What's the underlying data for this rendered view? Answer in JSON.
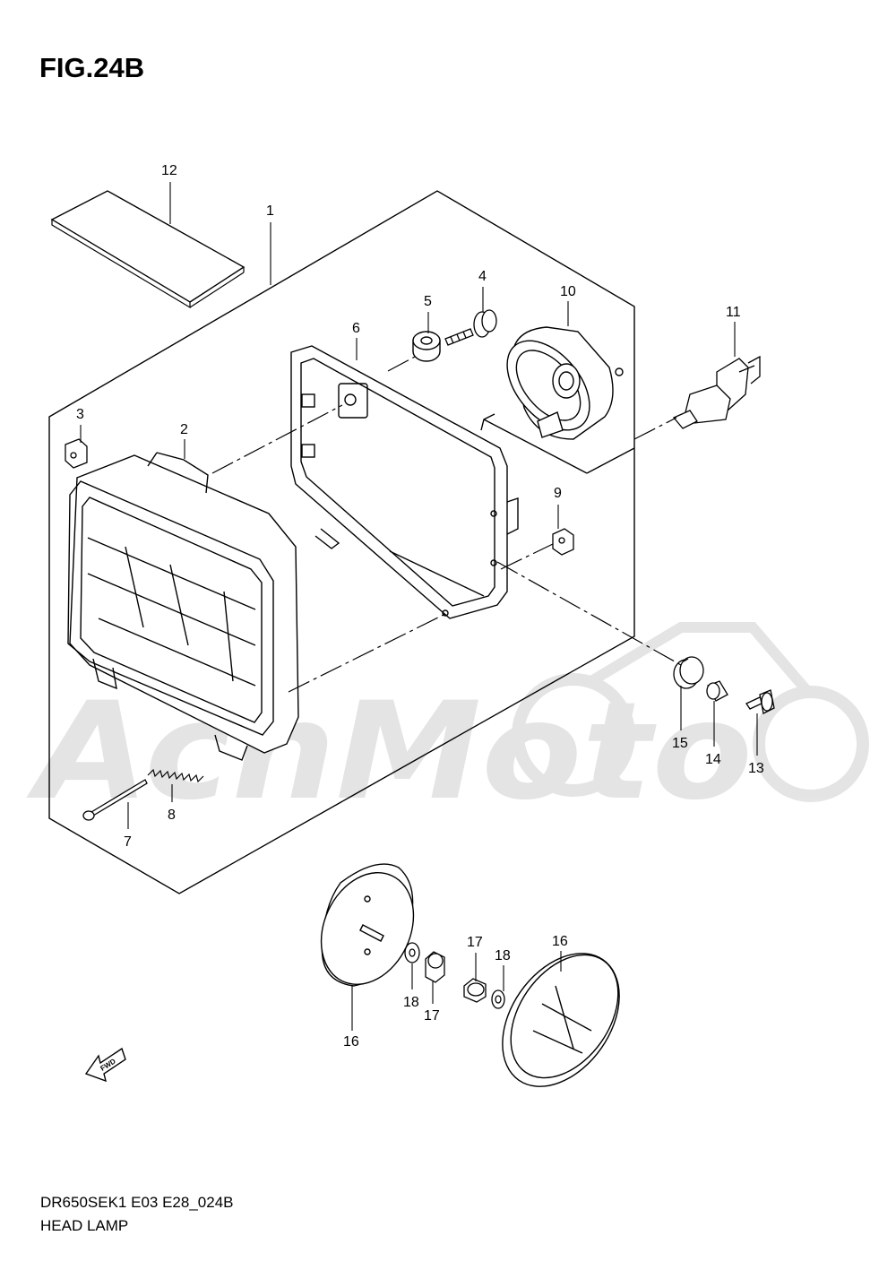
{
  "figure": {
    "title": "FIG.24B",
    "code": "DR650SEK1 E03 E28_024B",
    "name": "HEAD LAMP"
  },
  "watermark": {
    "text": "AchMoto"
  },
  "fwd_marker": {
    "text": "FWD"
  },
  "callouts": [
    {
      "id": "c12",
      "text": "12"
    },
    {
      "id": "c1",
      "text": "1"
    },
    {
      "id": "c4",
      "text": "4"
    },
    {
      "id": "c5",
      "text": "5"
    },
    {
      "id": "c10",
      "text": "10"
    },
    {
      "id": "c11",
      "text": "11"
    },
    {
      "id": "c6",
      "text": "6"
    },
    {
      "id": "c3",
      "text": "3"
    },
    {
      "id": "c2",
      "text": "2"
    },
    {
      "id": "c9",
      "text": "9"
    },
    {
      "id": "c15",
      "text": "15"
    },
    {
      "id": "c14",
      "text": "14"
    },
    {
      "id": "c13",
      "text": "13"
    },
    {
      "id": "c8",
      "text": "8"
    },
    {
      "id": "c7",
      "text": "7"
    },
    {
      "id": "c16a",
      "text": "16"
    },
    {
      "id": "c18a",
      "text": "18"
    },
    {
      "id": "c17a",
      "text": "17"
    },
    {
      "id": "c17b",
      "text": "17"
    },
    {
      "id": "c18b",
      "text": "18"
    },
    {
      "id": "c16b",
      "text": "16"
    }
  ]
}
